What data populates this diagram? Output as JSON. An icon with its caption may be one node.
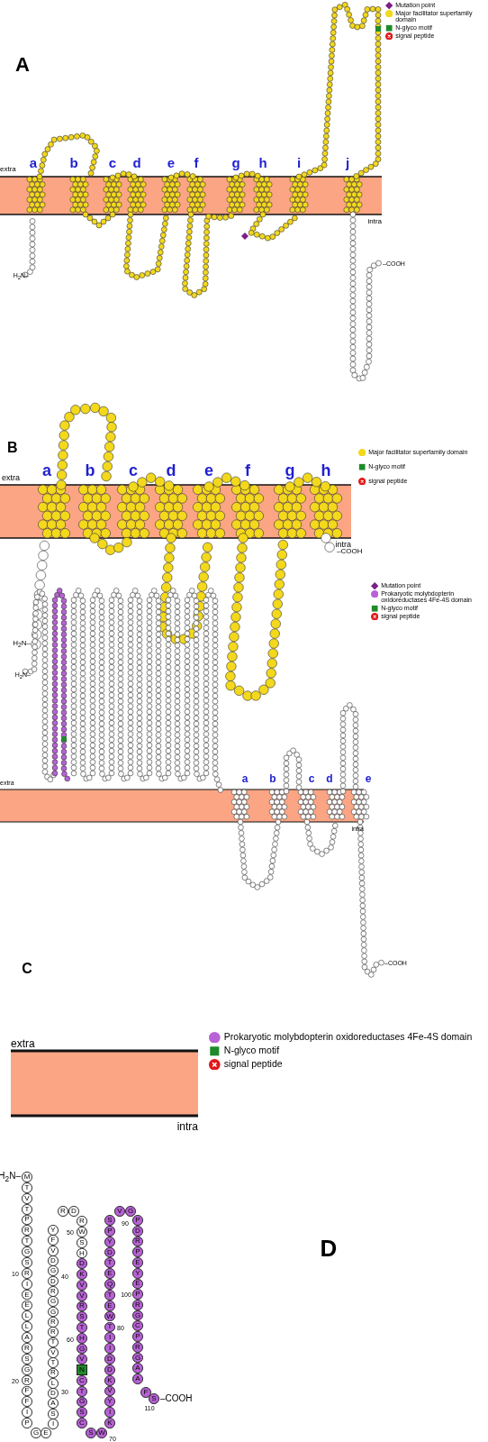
{
  "diagram": {
    "labels": [
      "A",
      "extra",
      "intra",
      "a",
      "b",
      "c",
      "d",
      "e",
      "f",
      "g",
      "h",
      "i",
      "j",
      "H$_{2}$N–",
      "–COOH",
      "B",
      "extra",
      "intra",
      "a",
      "b",
      "c",
      "d",
      "e",
      "f",
      "g",
      "h",
      "H$_{2}$N–",
      "–COOH",
      "extra",
      "intra",
      "a",
      "b",
      "c",
      "d",
      "e",
      "H$_{2}$N–",
      "–COOH",
      "C",
      "extra",
      "intra",
      "H$_{2}$N–",
      "M",
      "T",
      "V",
      "T",
      "P",
      "R",
      "T",
      "G",
      "S",
      "R",
      "I",
      "E",
      "E",
      "L",
      "L",
      "A",
      "R",
      "S",
      "G",
      "R",
      "F",
      "F",
      "I",
      "P",
      "G",
      "E",
      "I",
      "S",
      "A",
      "D",
      "L",
      "R",
      "T",
      "V",
      "T",
      "R",
      "R",
      "G",
      "G",
      "R",
      "D",
      "G",
      "D",
      "V",
      "F",
      "Y",
      "R",
      "D",
      "R",
      "W",
      "S",
      "H",
      "D",
      "K",
      "V",
      "V",
      "R",
      "S",
      "T",
      "H",
      "G",
      "V",
      "N",
      "C",
      "T",
      "G",
      "S",
      "C",
      "S",
      "W",
      "K",
      "I",
      "Y",
      "V",
      "K",
      "D",
      "D",
      "I",
      "I",
      "T",
      "W",
      "E",
      "T",
      "Q",
      "E",
      "T",
      "D",
      "Y",
      "P",
      "S",
      "V",
      "G",
      "P",
      "D",
      "R",
      "P",
      "E",
      "Y",
      "E",
      "P",
      "R",
      "G",
      "C",
      "P",
      "R",
      "G",
      "A",
      "A",
      "F",
      "S",
      "–COOH",
      "10",
      "20",
      "30",
      "40",
      "50",
      "60",
      "70",
      "80",
      "90",
      "100",
      "110",
      "D"
    ],
    "legend": [
      {
        "text": "Mutation point",
        "color": "#7a1f86"
      },
      {
        "text": "Major facilitator superfamily domain",
        "color": "#f3d81c"
      },
      {
        "text": "N-glyco motif",
        "color": "#1f8a2a"
      },
      {
        "text": "signal peptide",
        "color": "#e01818"
      },
      {
        "text": "Major facilitator superfamily domain",
        "color": "#f3d81c"
      },
      {
        "text": "N-glyco motif",
        "color": "#1f8a2a"
      },
      {
        "text": "signal peptide",
        "color": "#e01818"
      },
      {
        "text": "Mutation point",
        "color": "#7a1f86"
      },
      {
        "text": "Prokaryotic molybdopterin oxidoreductases 4Fe-4S domain",
        "color": "#b862d6"
      },
      {
        "text": "N-glyco motif",
        "color": "#1f8a2a"
      },
      {
        "text": "signal peptide",
        "color": "#e01818"
      },
      {
        "text": "Prokaryotic molybdopterin oxidoreductases 4Fe-4S domain",
        "color": "#b862d6"
      },
      {
        "text": "N-glyco motif",
        "color": "#1f8a2a"
      },
      {
        "text": "signal peptide",
        "color": "#e01818"
      }
    ]
  }
}
